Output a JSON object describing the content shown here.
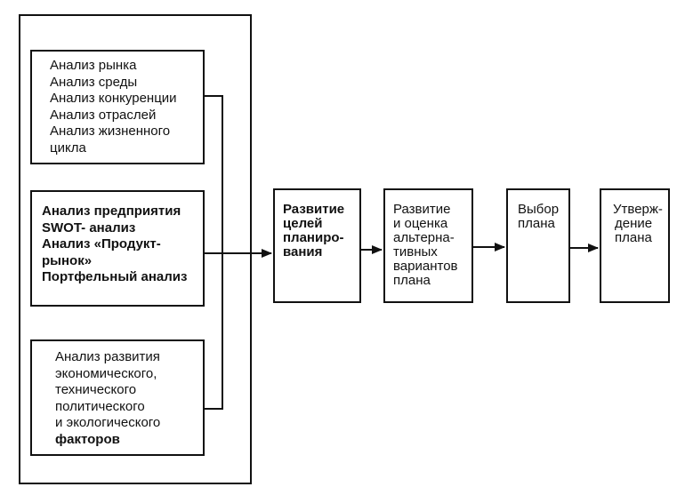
{
  "analysis_blocks": [
    {
      "name": "market",
      "lines": [
        "Анализ рынка",
        "Анализ среды",
        "Анализ конкуренции",
        "Анализ отраслей",
        "Анализ жизненного",
        "цикла"
      ]
    },
    {
      "name": "company",
      "lines": [
        "Анализ предприятия",
        "SWOT- анализ",
        "Анализ «Продукт-",
        "рынок»",
        "Портфельный анализ"
      ]
    },
    {
      "name": "factors",
      "lines": [
        "Анализ развития",
        "экономического,",
        "технического",
        "политического",
        "и экологического",
        "факторов"
      ]
    }
  ],
  "process_steps": [
    {
      "name": "goals",
      "lines": [
        "Развитие",
        "целей",
        "планиро-",
        "вания"
      ]
    },
    {
      "name": "alternatives",
      "lines": [
        "Развитие",
        "и оценка",
        "альтерна-",
        "тивных",
        "вариантов",
        "плана"
      ]
    },
    {
      "name": "choice",
      "lines": [
        "Выбор",
        "плана"
      ]
    },
    {
      "name": "approval",
      "lines": [
        "Утверж-",
        "дение",
        "плана"
      ]
    }
  ],
  "colors": {
    "stroke": "#111111",
    "background": "#ffffff"
  }
}
